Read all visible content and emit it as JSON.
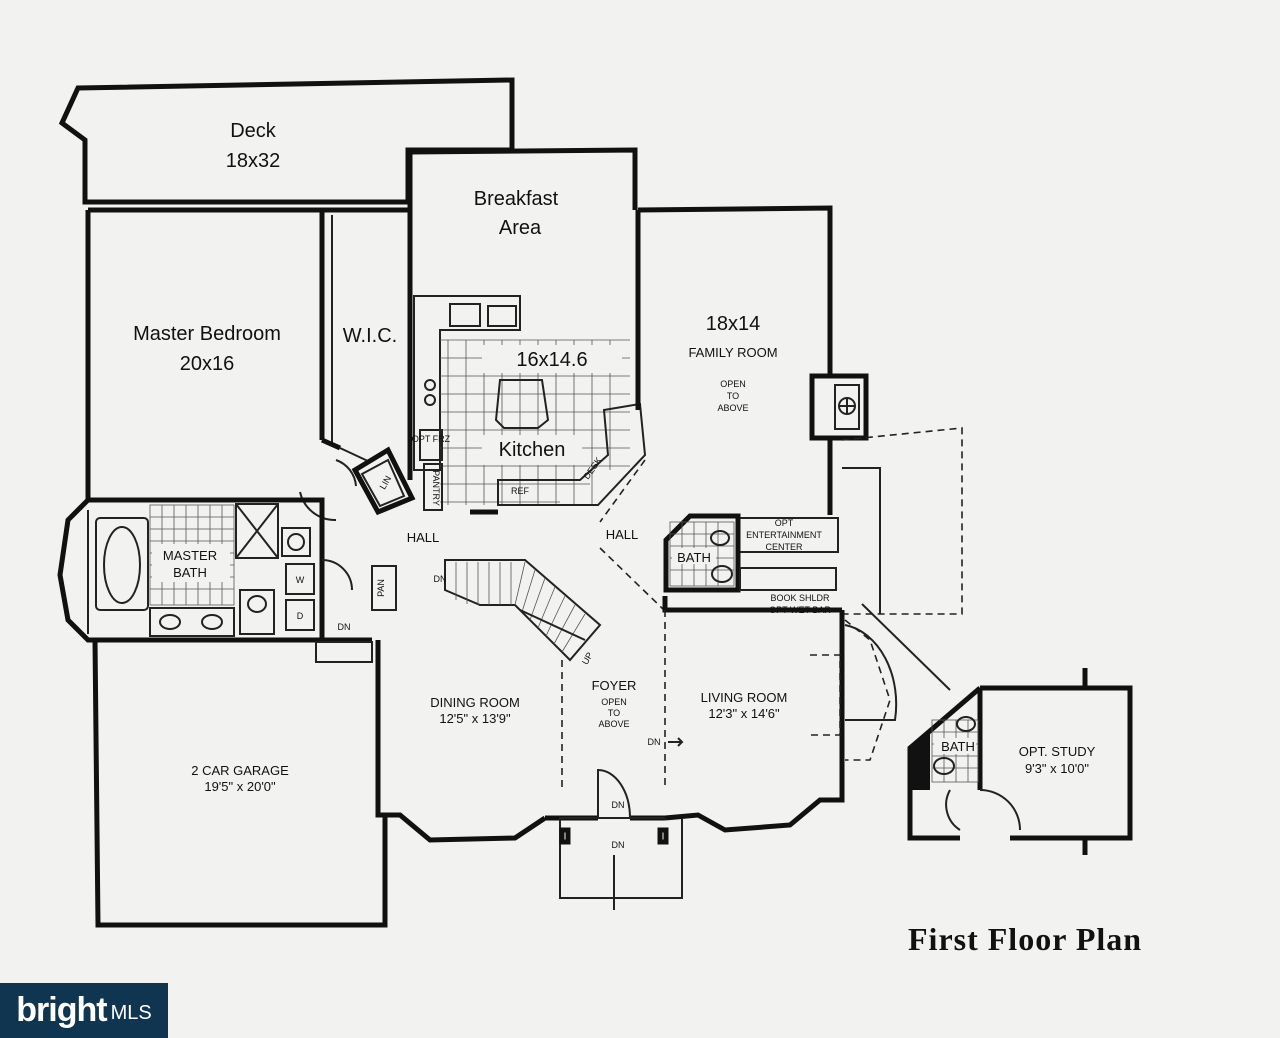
{
  "plan_title": "First Floor Plan",
  "rooms": {
    "deck": {
      "name": "Deck",
      "size": "18x32"
    },
    "breakfast": {
      "line1": "Breakfast",
      "line2": "Area"
    },
    "master_bedroom": {
      "name": "Master Bedroom",
      "size": "20x16"
    },
    "wic": "W.I.C.",
    "kitchen": {
      "name": "Kitchen",
      "size": "16x14.6"
    },
    "family_room": {
      "size": "18x14",
      "name": "FAMILY ROOM",
      "note1": "OPEN",
      "note2": "TO",
      "note3": "ABOVE"
    },
    "hall_left": "HALL",
    "hall_right": "HALL",
    "master_bath": {
      "line1": "MASTER",
      "line2": "BATH"
    },
    "bath_half": "BATH",
    "opt_entertainment": {
      "line1": "OPT",
      "line2": "ENTERTAINMENT",
      "line3": "CENTER"
    },
    "book_shelf": {
      "line1": "BOOK SHLDR",
      "line2": "OPT WET BAR"
    },
    "dining_room": {
      "name": "DINING ROOM",
      "size": "12'5\" x 13'9\""
    },
    "foyer": {
      "name": "FOYER",
      "note1": "OPEN",
      "note2": "TO",
      "note3": "ABOVE"
    },
    "living_room": {
      "name": "LIVING ROOM",
      "size": "12'3\" x 14'6\""
    },
    "garage": {
      "name": "2 CAR GARAGE",
      "size": "19'5\" x 20'0\""
    },
    "opt_study": {
      "name": "OPT. STUDY",
      "size": "9'3\" x 10'0\""
    },
    "study_bath": "BATH"
  },
  "small_labels": {
    "desk": "DESK",
    "ref": "REF",
    "pantry": "PANTRY",
    "opt_frz": "OPT FRZ",
    "pan": "PAN",
    "w": "W",
    "d": "D",
    "dn_stair": "DN",
    "dn_garage": "DN",
    "dn_front_door": "DN",
    "dn_porch": "DN",
    "dn_living": "DN",
    "up": "UP",
    "lin": "LIN"
  },
  "logo": {
    "brand": "bright",
    "suffix": "MLS"
  }
}
